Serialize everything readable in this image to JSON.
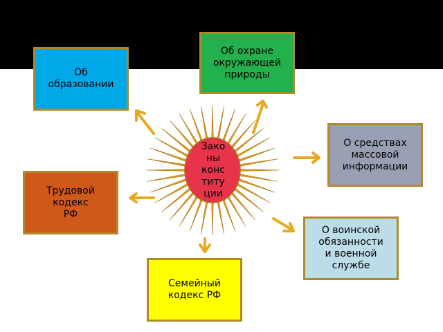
{
  "colors": {
    "top_band": "#000000",
    "ray": "#e0a020",
    "ray_edge": "#a86f10",
    "center": "#e8344a",
    "arrow": "#e8a820",
    "box_border": "#b08a2a",
    "env": "#22b14c",
    "edu": "#00a8e8",
    "media": "#9aa0b4",
    "labor": "#d0581a",
    "military": "#bcdde8",
    "family": "#ffff00"
  },
  "center": {
    "label": "Зако\nны\nконс\nтиту\nции"
  },
  "boxes": {
    "environment": "Об охране\nокружающей\nприроды",
    "education": "Об\nобразовании",
    "media": "О средствах\nмассовой\nинформации",
    "labor": "Трудовой\nкодекс\nРФ",
    "military": "О воинской\nобязанности\nи военной\nслужбе",
    "family": "Семейный\nкодекс  РФ"
  }
}
